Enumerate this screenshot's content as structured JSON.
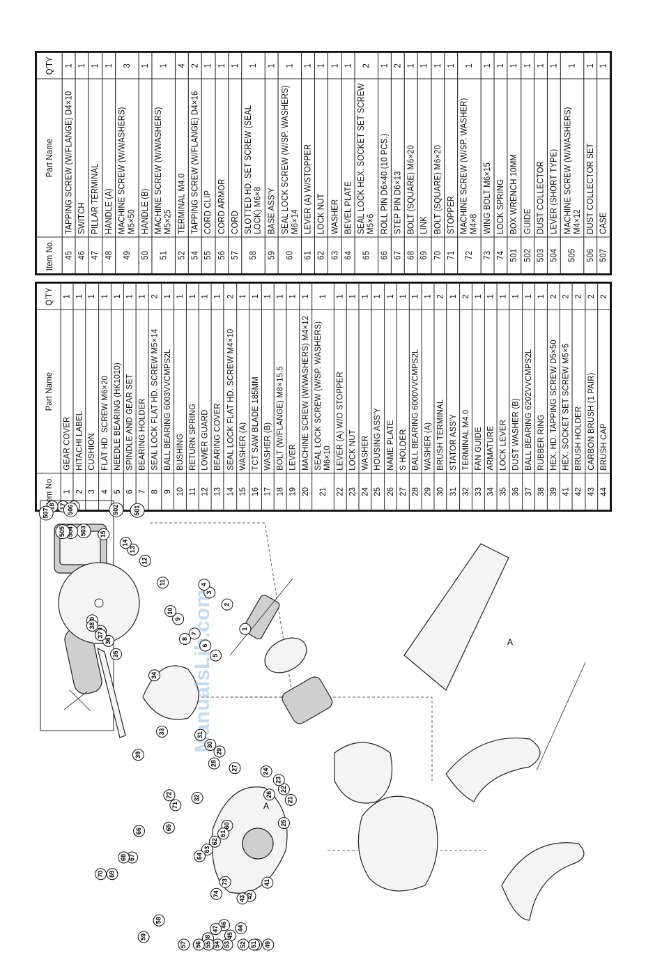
{
  "headers": {
    "item": "Item\nNo.",
    "name": "Part Name",
    "qty": "Q'TY"
  },
  "table_left": [
    [
      "1",
      "GEAR COVER",
      "1"
    ],
    [
      "2",
      "HITACHI LABEL",
      "1"
    ],
    [
      "3",
      "CUSHION",
      "1"
    ],
    [
      "4",
      "FLAT HD. SCREW M6×20",
      "1"
    ],
    [
      "5",
      "NEEDLE BEARING (HK1010)",
      "1"
    ],
    [
      "6",
      "SPINDLE AND GEAR SET",
      "1"
    ],
    [
      "7",
      "BEARING HOLDER",
      "1"
    ],
    [
      "8",
      "SEAL LOCK FLAT HD. SCREW M5×14",
      "2"
    ],
    [
      "9",
      "BALL BEARING 6003VVCMPS2L",
      "1"
    ],
    [
      "10",
      "BUSHING",
      "1"
    ],
    [
      "11",
      "RETURN SPRING",
      "1"
    ],
    [
      "12",
      "LOWER GUARD",
      "1"
    ],
    [
      "13",
      "BEARING COVER",
      "1"
    ],
    [
      "14",
      "SEAL LOCK FLAT HD. SCREW M4×10",
      "2"
    ],
    [
      "15",
      "WASHER (A)",
      "1"
    ],
    [
      "16",
      "TCT SAW BLADE 185MM",
      "1"
    ],
    [
      "17",
      "WASHER (B)",
      "1"
    ],
    [
      "18",
      "BOLT (W/FLANGE) M8×15.5",
      "1"
    ],
    [
      "19",
      "LEVER",
      "1"
    ],
    [
      "20",
      "MACHINE SCREW (W/WASHERS) M4×12",
      "1"
    ],
    [
      "21",
      "SEAL LOCK SCREW\n(W/SP. WASHERS) M6×10",
      "1"
    ],
    [
      "22",
      "LEVER (A) W/O STOPPER",
      "1"
    ],
    [
      "23",
      "LOCK NUT",
      "1"
    ],
    [
      "24",
      "WASHER",
      "1"
    ],
    [
      "25",
      "HOUSING ASS'Y",
      "1"
    ],
    [
      "26",
      "NAME PLATE",
      "1"
    ],
    [
      "27",
      "S HOLDER",
      "1"
    ],
    [
      "28",
      "BALL BEARING 6000VVCMPS2L",
      "1"
    ],
    [
      "29",
      "WASHER (A)",
      "1"
    ],
    [
      "30",
      "BRUSH TERMINAL",
      "2"
    ],
    [
      "31",
      "STATOR ASS'Y",
      "1"
    ],
    [
      "32",
      "TERMINAL M4.0",
      "2"
    ],
    [
      "33",
      "FAN GUIDE",
      "1"
    ],
    [
      "34",
      "ARMATURE",
      "1"
    ],
    [
      "35",
      "LOCK LEVER",
      "1"
    ],
    [
      "36",
      "DUST WASHER (B)",
      "1"
    ],
    [
      "37",
      "BALL BEARING 6202VVCMPS2L",
      "1"
    ],
    [
      "38",
      "RUBBER RING",
      "1"
    ],
    [
      "39",
      "HEX. HD. TAPPING SCREW D5×50",
      "2"
    ],
    [
      "41",
      "HEX. SOCKET SET SCREW M5×5",
      "2"
    ],
    [
      "42",
      "BRUSH HOLDER",
      "2"
    ],
    [
      "43",
      "CARBON BRUSH (1 PAIR)",
      "2"
    ],
    [
      "44",
      "BRUSH CAP",
      "2"
    ]
  ],
  "table_right": [
    [
      "45",
      "TAPPING SCREW (W/FLANGE) D4×10",
      "1"
    ],
    [
      "46",
      "SWITCH",
      "1"
    ],
    [
      "47",
      "PILLAR TERMINAL",
      "1"
    ],
    [
      "48",
      "HANDLE (A)",
      "1"
    ],
    [
      "49",
      "MACHINE SCREW\n(W/WASHERS) M5×50",
      "3"
    ],
    [
      "50",
      "HANDLE (B)",
      "1"
    ],
    [
      "51",
      "MACHINE SCREW\n(W/WASHERS) M5×25",
      "1"
    ],
    [
      "52",
      "TERMINAL M4.0",
      "4"
    ],
    [
      "54",
      "TAPPING SCREW (W/FLANGE) D4×16",
      "2"
    ],
    [
      "55",
      "CORD CLIP",
      "1"
    ],
    [
      "56",
      "CORD ARMOR",
      "1"
    ],
    [
      "57",
      "CORD",
      "1"
    ],
    [
      "58",
      "SLOTTED HD. SET SCREW\n(SEAL LOCK) M6×8",
      "1"
    ],
    [
      "59",
      "BASE ASS'Y",
      "1"
    ],
    [
      "60",
      "SEAL LOCK SCREW\n(W/SP. WASHERS) M6×14",
      "1"
    ],
    [
      "61",
      "LEVER (A) W/STOPPER",
      "1"
    ],
    [
      "62",
      "LOCK NUT",
      "1"
    ],
    [
      "63",
      "WASHER",
      "1"
    ],
    [
      "64",
      "BEVEL PLATE",
      "1"
    ],
    [
      "65",
      "SEAL LOCK HEX. SOCKET SET\nSCREW M5×6",
      "2"
    ],
    [
      "66",
      "ROLL PIN D6×40 (10 PCS.)",
      "1"
    ],
    [
      "67",
      "STEP PIN D6×13",
      "2"
    ],
    [
      "68",
      "BOLT (SQUARE) M6×20",
      "1"
    ],
    [
      "69",
      "LINK",
      "1"
    ],
    [
      "70",
      "BOLT (SQUARE) M6×20",
      "1"
    ],
    [
      "71",
      "STOPPER",
      "1"
    ],
    [
      "72",
      "MACHINE SCREW\n(W/SP. WASHER) M4×8",
      "1"
    ],
    [
      "73",
      "WING BOLT M6×15",
      "1"
    ],
    [
      "74",
      "LOCK SPRING",
      "1"
    ],
    [
      "501",
      "BOX WRENCH 10MM",
      "1"
    ],
    [
      "502",
      "GUIDE",
      "1"
    ],
    [
      "503",
      "DUST COLLECTOR",
      "1"
    ],
    [
      "504",
      "LEVER (SHORT TYPE)",
      "1"
    ],
    [
      "505",
      "MACHINE SCREW\n(W/WASHERS) M4×12",
      "1"
    ],
    [
      "506",
      "DUST COLLECTOR SET",
      "1"
    ],
    [
      "507",
      "CASE",
      "1"
    ]
  ],
  "diagram": {
    "callouts": [
      "1",
      "2",
      "3",
      "4",
      "5",
      "6",
      "7",
      "8",
      "9",
      "10",
      "11",
      "12",
      "13",
      "14",
      "15",
      "16",
      "17",
      "18",
      "19",
      "20",
      "21",
      "22",
      "23",
      "24",
      "25",
      "26",
      "27",
      "28",
      "29",
      "30",
      "31",
      "32",
      "33",
      "34",
      "35",
      "36",
      "37",
      "38",
      "39",
      "41",
      "42",
      "43",
      "44",
      "45",
      "46",
      "47",
      "48",
      "49",
      "50",
      "51",
      "52",
      "53",
      "54",
      "55",
      "56",
      "57",
      "58",
      "59",
      "60",
      "61",
      "62",
      "63",
      "64",
      "65",
      "66",
      "67",
      "68",
      "69",
      "70",
      "71",
      "72",
      "73",
      "74",
      "501",
      "502",
      "503",
      "504",
      "505",
      "506",
      "507"
    ],
    "marker_a": "A",
    "watermark": "ManualsLib.com"
  }
}
